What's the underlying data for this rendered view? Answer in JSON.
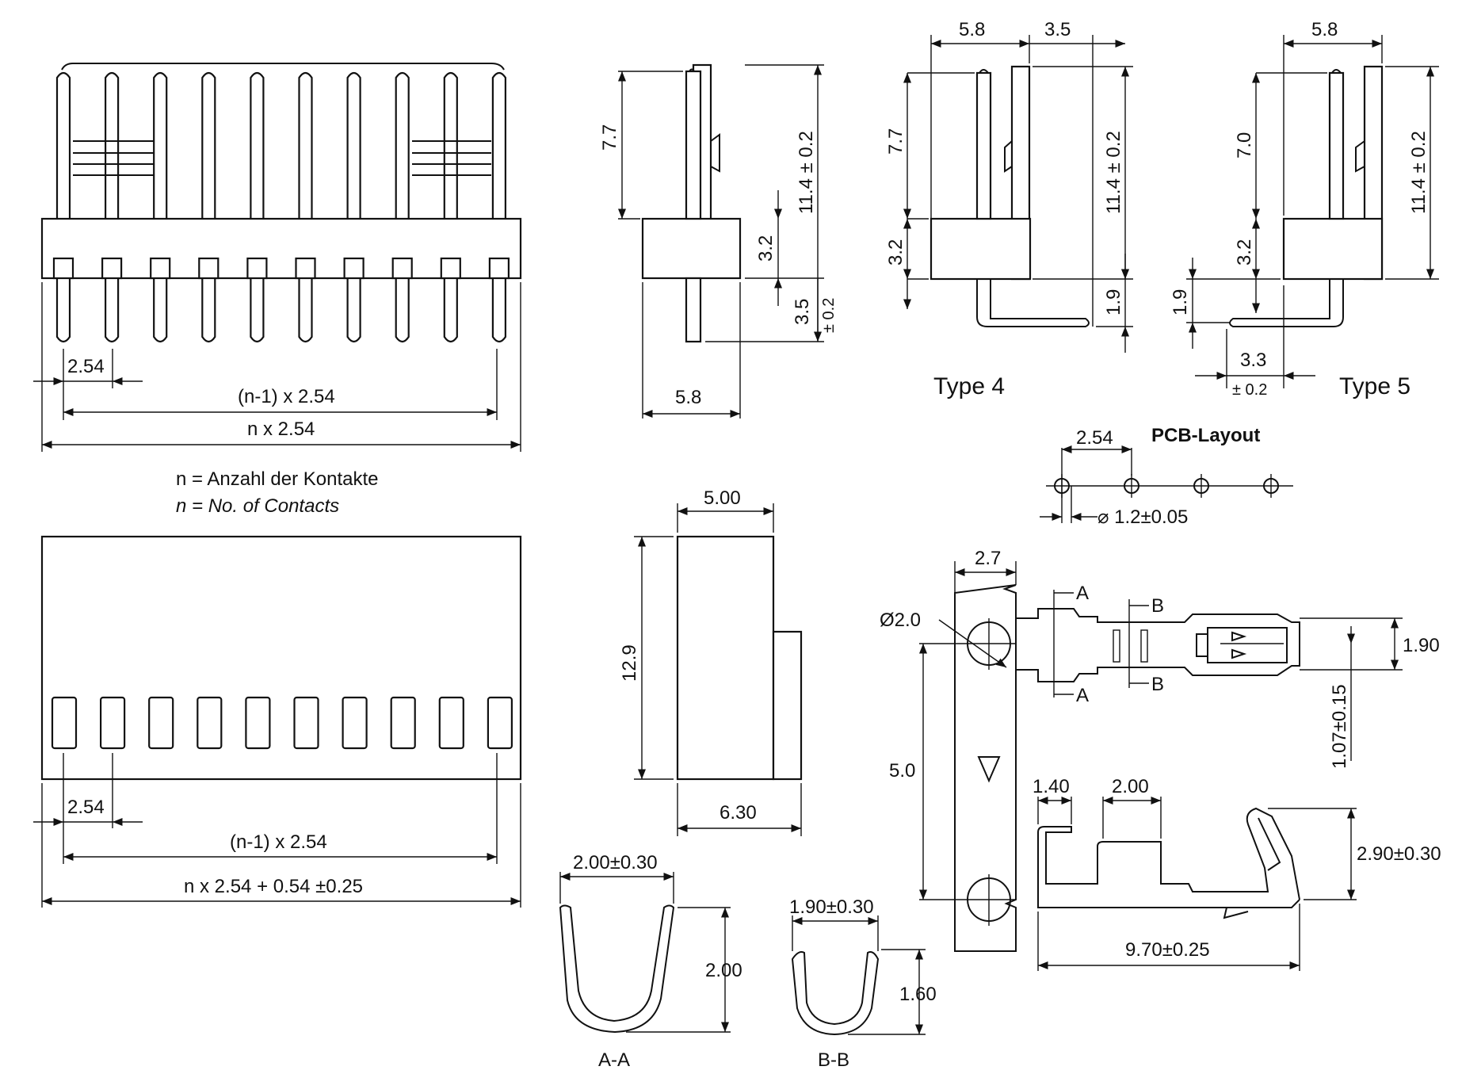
{
  "colors": {
    "ink": "#111111",
    "paper": "#ffffff"
  },
  "legend": {
    "line_de": "n = Anzahl der Kontakte",
    "line_en": "n = No. of Contacts"
  },
  "header_top": {
    "pitch": "2.54",
    "span": "(n-1) x 2.54",
    "total": "n x 2.54"
  },
  "header_side": {
    "pin_above": "7.7",
    "body_height": "3.2",
    "pin_below": "3.5",
    "pin_below_tol": "± 0.2",
    "overall": "11.4 ± 0.2",
    "depth": "5.8"
  },
  "type4": {
    "label": "Type 4",
    "w1": "5.8",
    "w2": "3.5",
    "pin_above": "7.7",
    "body_height": "3.2",
    "overall": "11.4 ± 0.2",
    "bend": "1.9"
  },
  "type5": {
    "label": "Type 5",
    "w1": "5.8",
    "pin_above": "7.0",
    "body_height": "3.2",
    "overall": "11.4 ± 0.2",
    "bend": "1.9",
    "offset": "3.3",
    "offset_tol": "± 0.2"
  },
  "pcb": {
    "title": "PCB-Layout",
    "pitch": "2.54",
    "hole": "⌀ 1.2±0.05"
  },
  "housing_top": {
    "pitch": "2.54",
    "span": "(n-1) x 2.54",
    "total": "n x 2.54 + 0.54 ±0.25"
  },
  "housing_side": {
    "width_top": "5.00",
    "height": "12.9",
    "width_bottom": "6.30"
  },
  "contact": {
    "pitch_width": "2.7",
    "hole_dia": "Ø2.0",
    "carrier_pitch": "5.0",
    "section_a_top": "A",
    "section_a_bottom": "A",
    "section_b_top": "B",
    "section_b_bottom": "B",
    "tip_width": "1.90",
    "tip_offset": "1.07±0.15",
    "crimp1": "1.40",
    "crimp2": "2.00",
    "height": "2.90±0.30",
    "length": "9.70±0.25"
  },
  "section_aa": {
    "width": "2.00±0.30",
    "height": "2.00",
    "label": "A-A"
  },
  "section_bb": {
    "width": "1.90±0.30",
    "height": "1.60",
    "label": "B-B"
  }
}
